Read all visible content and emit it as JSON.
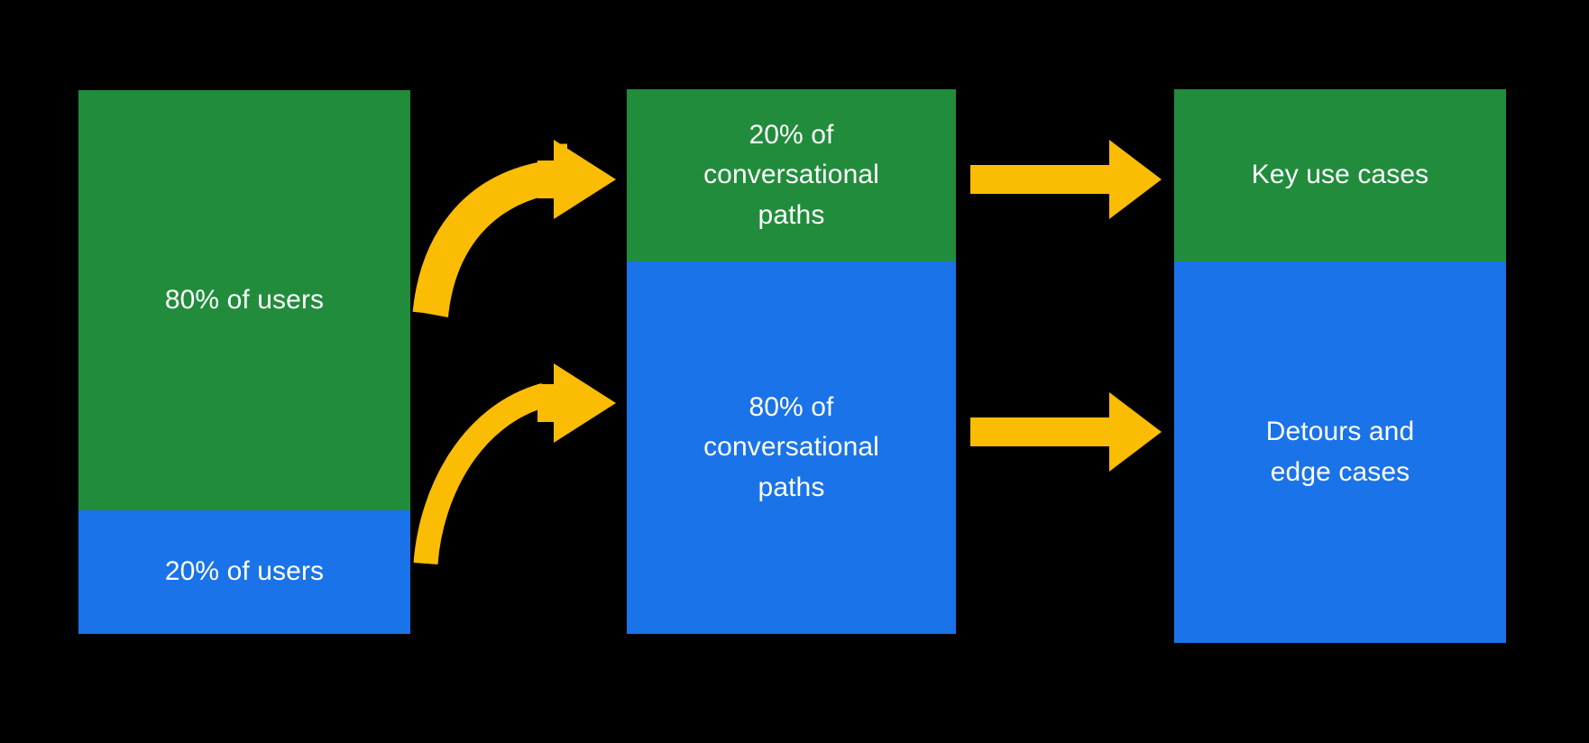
{
  "diagram": {
    "title": "80/20 conversational design funnel",
    "background_color": "#000000",
    "colors": {
      "green": "#218c3c",
      "blue": "#1a73e8",
      "arrow": "#fbbc04",
      "text": "#ffffff"
    },
    "columns": [
      {
        "name": "users",
        "segments": [
          {
            "id": "users-majority",
            "label": "80% of users",
            "color": "#218c3c",
            "percent": 80
          },
          {
            "id": "users-minority",
            "label": "20% of users",
            "color": "#1a73e8",
            "percent": 20
          }
        ]
      },
      {
        "name": "conversational-paths",
        "segments": [
          {
            "id": "paths-minority",
            "label": "20% of\nconversational\npaths",
            "color": "#218c3c",
            "percent": 20
          },
          {
            "id": "paths-majority",
            "label": "80% of\nconversational\npaths",
            "color": "#1a73e8",
            "percent": 80
          }
        ]
      },
      {
        "name": "outcomes",
        "segments": [
          {
            "id": "outcome-key",
            "label": "Key use cases",
            "color": "#218c3c"
          },
          {
            "id": "outcome-detours",
            "label": "Detours and\nedge cases",
            "color": "#1a73e8"
          }
        ]
      }
    ],
    "arrows": [
      {
        "id": "curved-arrow-top",
        "style": "curved",
        "from": "users-minority",
        "to": "paths-minority",
        "color": "#fbbc04"
      },
      {
        "id": "curved-arrow-bottom",
        "style": "curved",
        "from": "users-majority",
        "to": "paths-majority",
        "color": "#fbbc04"
      },
      {
        "id": "straight-arrow-top",
        "style": "straight",
        "from": "paths-minority",
        "to": "outcome-key",
        "color": "#fbbc04"
      },
      {
        "id": "straight-arrow-bottom",
        "style": "straight",
        "from": "paths-majority",
        "to": "outcome-detours",
        "color": "#fbbc04"
      }
    ]
  }
}
